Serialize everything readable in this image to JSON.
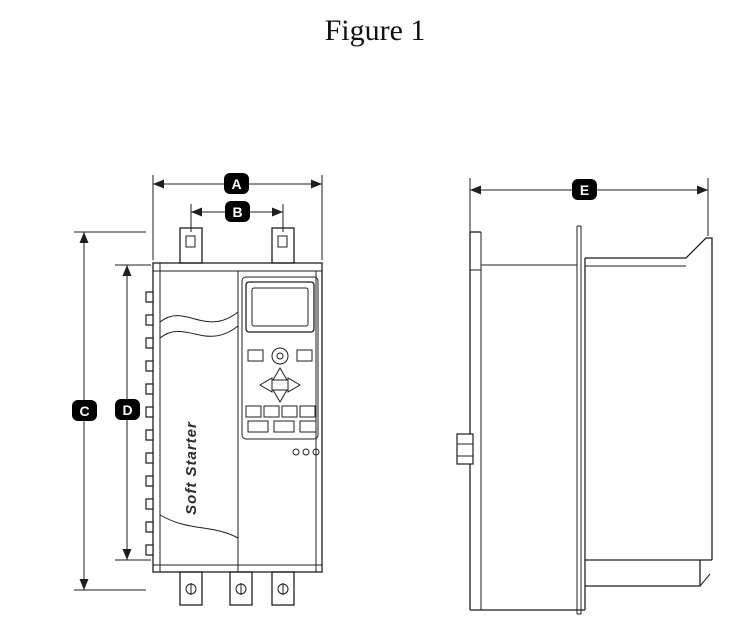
{
  "title": "Figure 1",
  "dimension_labels": {
    "a": "A",
    "b": "B",
    "c": "C",
    "d": "D",
    "e": "E"
  },
  "device": {
    "brand_text": "Soft Starter"
  },
  "colors": {
    "line": "#1f1f1f",
    "label_bg": "#000000",
    "label_text": "#ffffff",
    "background": "#ffffff"
  }
}
